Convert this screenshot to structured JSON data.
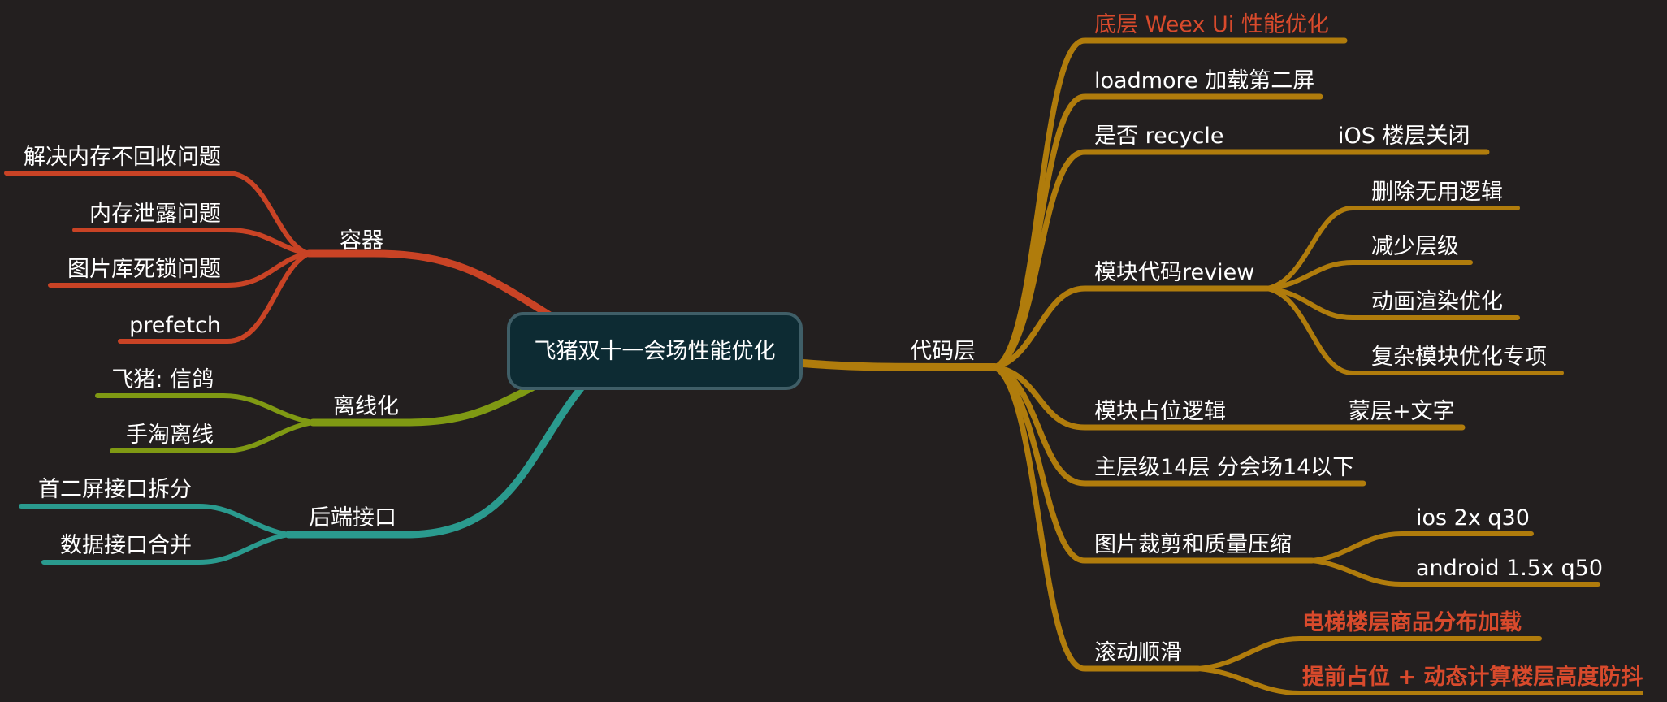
{
  "mindmap": {
    "root": "飞猪双十一会场性能优化",
    "colors": {
      "background": "#231f1f",
      "root_fill": "#0d2b33",
      "root_stroke": "#3f5e67",
      "container_branch": "#c94325",
      "offline_branch": "#7f9913",
      "backend_branch": "#2a9a8e",
      "code_branch": "#b07c0c",
      "highlight_text": "#d84a2c"
    },
    "left": {
      "container": {
        "label": "容器",
        "items": [
          "解决内存不回收问题",
          "内存泄露问题",
          "图片库死锁问题",
          "prefetch"
        ]
      },
      "offline": {
        "label": "离线化",
        "items": [
          "飞猪: 信鸽",
          "手淘离线"
        ]
      },
      "backend": {
        "label": "后端接口",
        "items": [
          "首二屏接口拆分",
          "数据接口合并"
        ]
      }
    },
    "right": {
      "label": "代码层",
      "weex": "底层 Weex Ui 性能优化",
      "loadmore": "loadmore 加载第二屏",
      "recycle": {
        "label": "是否 recycle",
        "child": "iOS 楼层关闭"
      },
      "review": {
        "label": "模块代码review",
        "items": [
          "删除无用逻辑",
          "减少层级",
          "动画渲染优化",
          "复杂模块优化专项"
        ]
      },
      "placeholder": {
        "label": "模块占位逻辑",
        "child": "蒙层+文字"
      },
      "levels": "主层级14层 分会场14以下",
      "image": {
        "label": "图片裁剪和质量压缩",
        "items": [
          "ios 2x q30",
          "android 1.5x q50"
        ]
      },
      "scroll": {
        "label": "滚动顺滑",
        "items": [
          "电梯楼层商品分布加载",
          "提前占位 + 动态计算楼层高度防抖"
        ]
      }
    }
  }
}
